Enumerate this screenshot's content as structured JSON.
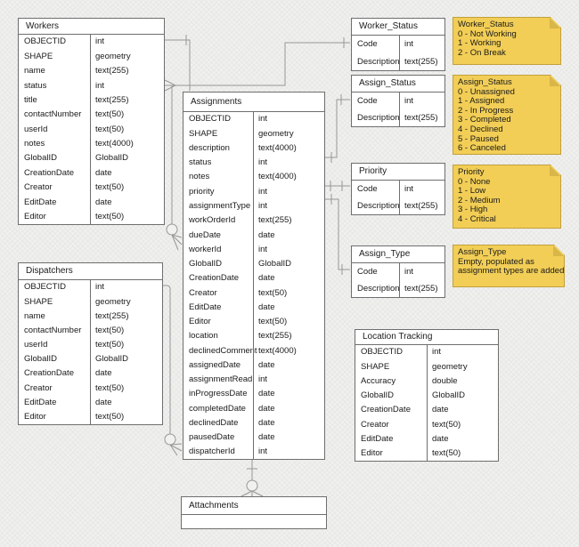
{
  "entities": {
    "workers": {
      "title": "Workers",
      "fields": [
        {
          "name": "OBJECTID",
          "type": "int"
        },
        {
          "name": "SHAPE",
          "type": "geometry"
        },
        {
          "name": "name",
          "type": "text(255)"
        },
        {
          "name": "status",
          "type": "int"
        },
        {
          "name": "title",
          "type": "text(255)"
        },
        {
          "name": "contactNumber",
          "type": "text(50)"
        },
        {
          "name": "userId",
          "type": "text(50)"
        },
        {
          "name": "notes",
          "type": "text(4000)"
        },
        {
          "name": "GlobalID",
          "type": "GlobalID"
        },
        {
          "name": "CreationDate",
          "type": "date"
        },
        {
          "name": "Creator",
          "type": "text(50)"
        },
        {
          "name": "EditDate",
          "type": "date"
        },
        {
          "name": "Editor",
          "type": "text(50)"
        }
      ]
    },
    "dispatchers": {
      "title": "Dispatchers",
      "fields": [
        {
          "name": "OBJECTID",
          "type": "int"
        },
        {
          "name": "SHAPE",
          "type": "geometry"
        },
        {
          "name": "name",
          "type": "text(255)"
        },
        {
          "name": "contactNumber",
          "type": "text(50)"
        },
        {
          "name": "userId",
          "type": "text(50)"
        },
        {
          "name": "GlobalID",
          "type": "GlobalID"
        },
        {
          "name": "CreationDate",
          "type": "date"
        },
        {
          "name": "Creator",
          "type": "text(50)"
        },
        {
          "name": "EditDate",
          "type": "date"
        },
        {
          "name": "Editor",
          "type": "text(50)"
        }
      ]
    },
    "assignments": {
      "title": "Assignments",
      "fields": [
        {
          "name": "OBJECTID",
          "type": "int"
        },
        {
          "name": "SHAPE",
          "type": "geometry"
        },
        {
          "name": "description",
          "type": "text(4000)"
        },
        {
          "name": "status",
          "type": "int"
        },
        {
          "name": "notes",
          "type": "text(4000)"
        },
        {
          "name": "priority",
          "type": "int"
        },
        {
          "name": "assignmentType",
          "type": "int"
        },
        {
          "name": "workOrderId",
          "type": "text(255)"
        },
        {
          "name": "dueDate",
          "type": "date"
        },
        {
          "name": "workerId",
          "type": "int"
        },
        {
          "name": "GlobalID",
          "type": "GlobalID"
        },
        {
          "name": "CreationDate",
          "type": "date"
        },
        {
          "name": "Creator",
          "type": "text(50)"
        },
        {
          "name": "EditDate",
          "type": "date"
        },
        {
          "name": "Editor",
          "type": "text(50)"
        },
        {
          "name": "location",
          "type": "text(255)"
        },
        {
          "name": "declinedComment",
          "type": "text(4000)"
        },
        {
          "name": "assignedDate",
          "type": "date"
        },
        {
          "name": "assignmentRead",
          "type": "int"
        },
        {
          "name": "inProgressDate",
          "type": "date"
        },
        {
          "name": "completedDate",
          "type": "date"
        },
        {
          "name": "declinedDate",
          "type": "date"
        },
        {
          "name": "pausedDate",
          "type": "date"
        },
        {
          "name": "dispatcherId",
          "type": "int"
        }
      ]
    },
    "worker_status": {
      "title": "Worker_Status",
      "fields": [
        {
          "name": "Code",
          "type": "int"
        },
        {
          "name": "Description",
          "type": "text(255)"
        }
      ]
    },
    "assign_status": {
      "title": "Assign_Status",
      "fields": [
        {
          "name": "Code",
          "type": "int"
        },
        {
          "name": "Description",
          "type": "text(255)"
        }
      ]
    },
    "priority": {
      "title": "Priority",
      "fields": [
        {
          "name": "Code",
          "type": "int"
        },
        {
          "name": "Description",
          "type": "text(255)"
        }
      ]
    },
    "assign_type": {
      "title": "Assign_Type",
      "fields": [
        {
          "name": "Code",
          "type": "int"
        },
        {
          "name": "Description",
          "type": "text(255)"
        }
      ]
    },
    "location_tracking": {
      "title": "Location Tracking",
      "fields": [
        {
          "name": "OBJECTID",
          "type": "int"
        },
        {
          "name": "SHAPE",
          "type": "geometry"
        },
        {
          "name": "Accuracy",
          "type": "double"
        },
        {
          "name": "GlobalID",
          "type": "GlobalID"
        },
        {
          "name": "CreationDate",
          "type": "date"
        },
        {
          "name": "Creator",
          "type": "text(50)"
        },
        {
          "name": "EditDate",
          "type": "date"
        },
        {
          "name": "Editor",
          "type": "text(50)"
        }
      ]
    },
    "attachments": {
      "title": "Attachments",
      "fields": []
    }
  },
  "notes": {
    "worker_status": {
      "title": "Worker_Status",
      "lines": [
        "0 - Not Working",
        "1 - Working",
        "2 - On Break"
      ]
    },
    "assign_status": {
      "title": "Assign_Status",
      "lines": [
        "0 - Unassigned",
        "1 - Assigned",
        "2 - In Progress",
        "3 - Completed",
        "4 - Declined",
        "5 - Paused",
        "6 - Canceled"
      ]
    },
    "priority": {
      "title": "Priority",
      "lines": [
        "0 - None",
        "1 - Low",
        "2 - Medium",
        "3 - High",
        "4 - Critical"
      ]
    },
    "assign_type": {
      "title": "Assign_Type",
      "lines": [
        "Empty, populated as",
        "assignment types are added"
      ]
    }
  },
  "colors": {
    "note_fill": "#F2CE56",
    "note_border": "#C2A03C",
    "note_fold": "#D8B648",
    "entity_border": "#6e6e6e",
    "connector": "#979797",
    "background": "#f1f1ef"
  }
}
